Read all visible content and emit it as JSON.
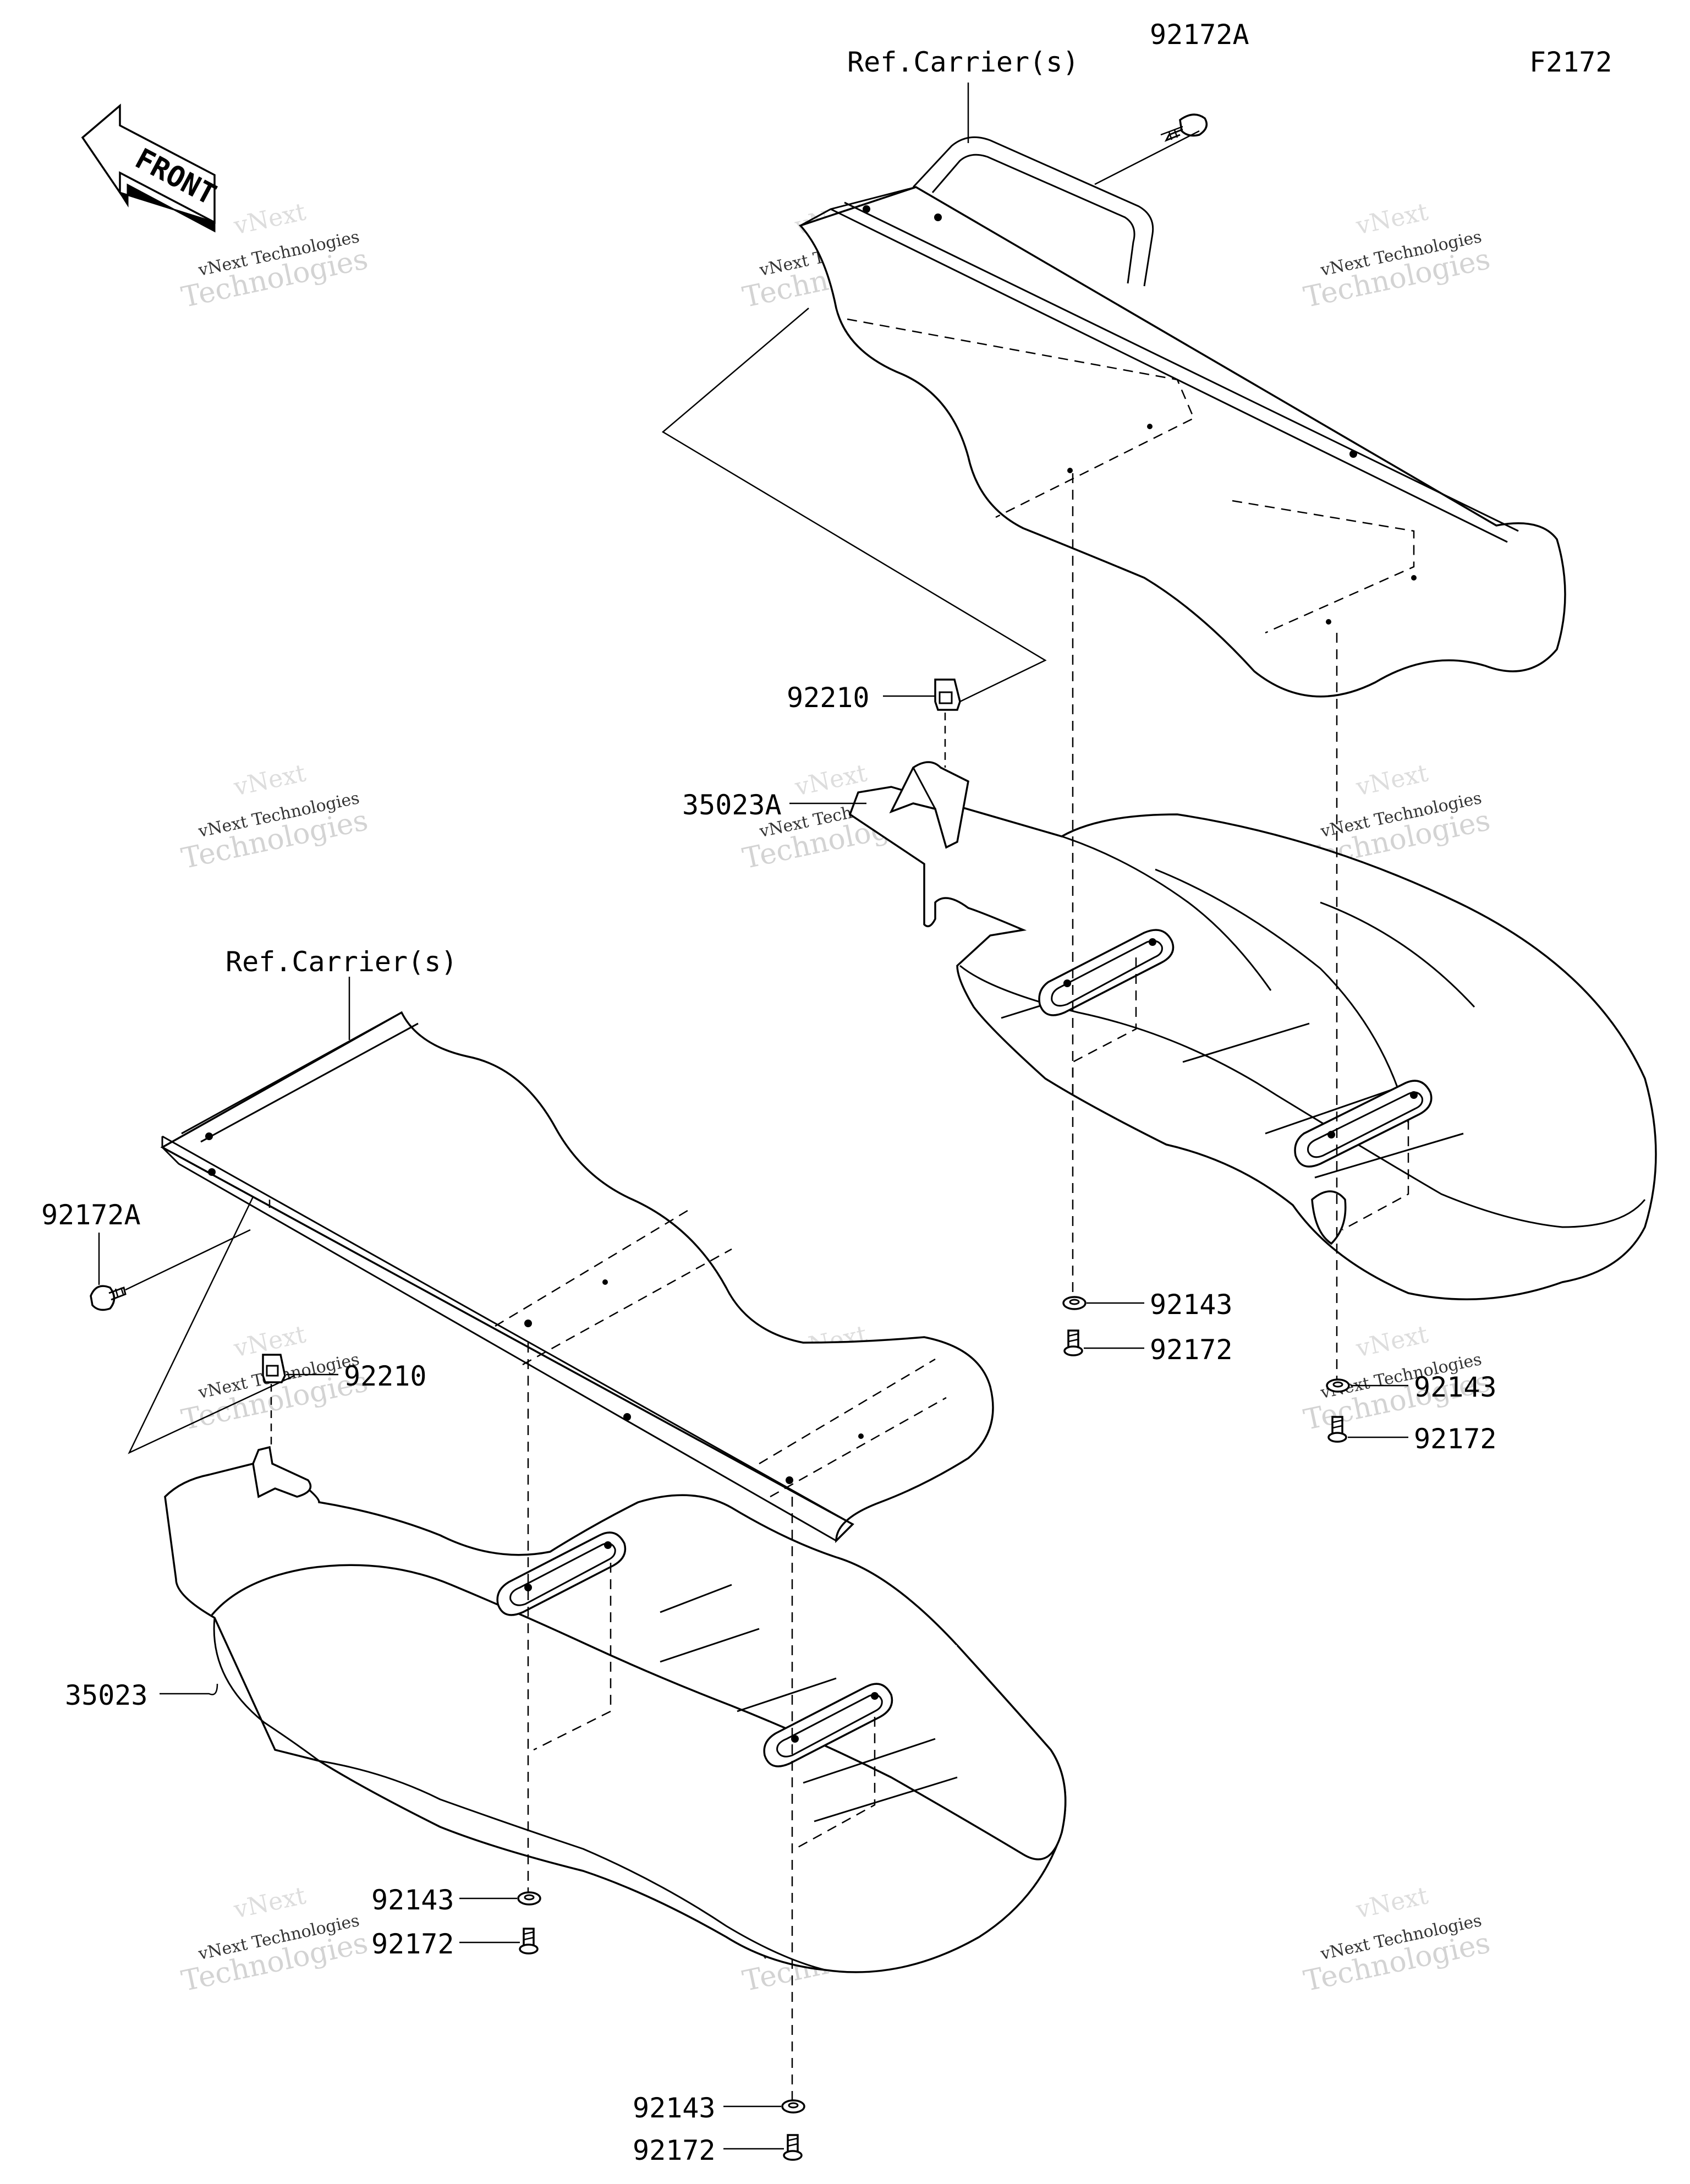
{
  "figure_code": "F2172",
  "front_label": "FRONT",
  "callouts": {
    "ref_carrier_top": "Ref.Carrier(s)",
    "ref_carrier_bottom": "Ref.Carrier(s)",
    "bolt_top": "92172A",
    "bolt_left": "92172A",
    "clip_top": "92210",
    "clip_bottom": "92210",
    "fender_rear": "35023A",
    "fender_front": "35023",
    "washer_rear_left": "92143",
    "screw_rear_left": "92172",
    "washer_rear_right": "92143",
    "screw_rear_right": "92172",
    "washer_front_left": "92143",
    "screw_front_left": "92172",
    "washer_front_right": "92143",
    "screw_front_right": "92172"
  },
  "watermark": {
    "brand": "vNext",
    "line1": "vNext Technologies",
    "line2": "Technologies"
  }
}
